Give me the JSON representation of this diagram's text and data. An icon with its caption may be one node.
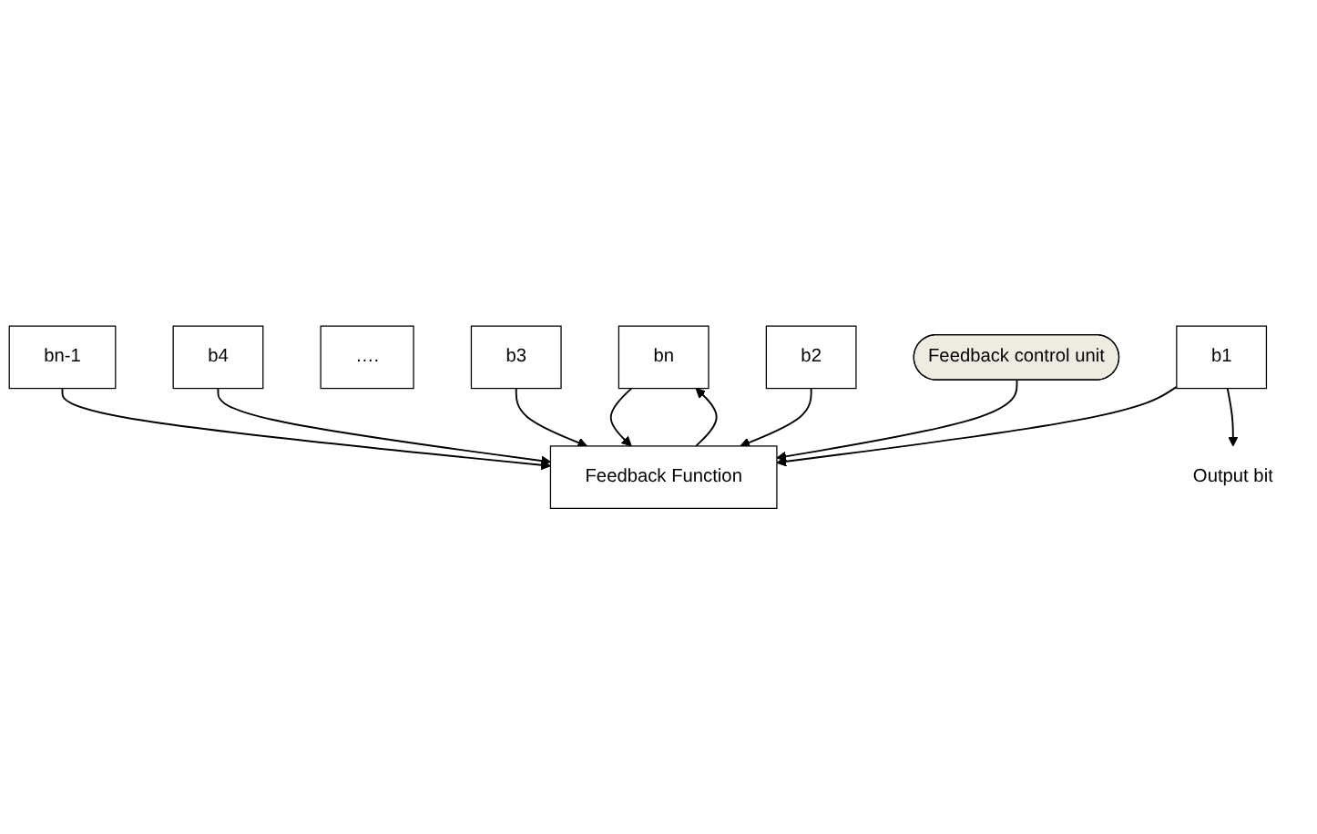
{
  "diagram": {
    "nodes": [
      {
        "text": [
          "bn"
        ]
      },
      {
        "text": [
          "bn-1"
        ]
      },
      {
        "text": [
          "…."
        ]
      },
      {
        "text": [
          "b4"
        ]
      },
      {
        "text": [
          "b3"
        ]
      },
      {
        "text": [
          "b2"
        ]
      },
      {
        "text": [
          "b1"
        ]
      },
      {
        "text": [
          "Feedback Function"
        ]
      },
      {
        "text": [
          "Feedback control unit"
        ]
      },
      {
        "text": [
          "Output bit"
        ]
      }
    ],
    "edges": [
      {
        "from": 0,
        "to": 7,
        "arrow": "to"
      },
      {
        "from": 1,
        "to": 7,
        "arrow": "to"
      },
      {
        "from": 3,
        "to": 7,
        "arrow": "to"
      },
      {
        "from": 4,
        "to": 7,
        "arrow": "to"
      },
      {
        "from": 5,
        "to": 7,
        "arrow": "to"
      },
      {
        "from": 6,
        "to": 7,
        "arrow": "to"
      },
      {
        "from": 7,
        "to": 0,
        "arrow": "to"
      },
      {
        "from": 6,
        "to": 9,
        "arrow": "to"
      },
      {
        "from": 8,
        "to": 7,
        "arrow": "to"
      }
    ]
  }
}
